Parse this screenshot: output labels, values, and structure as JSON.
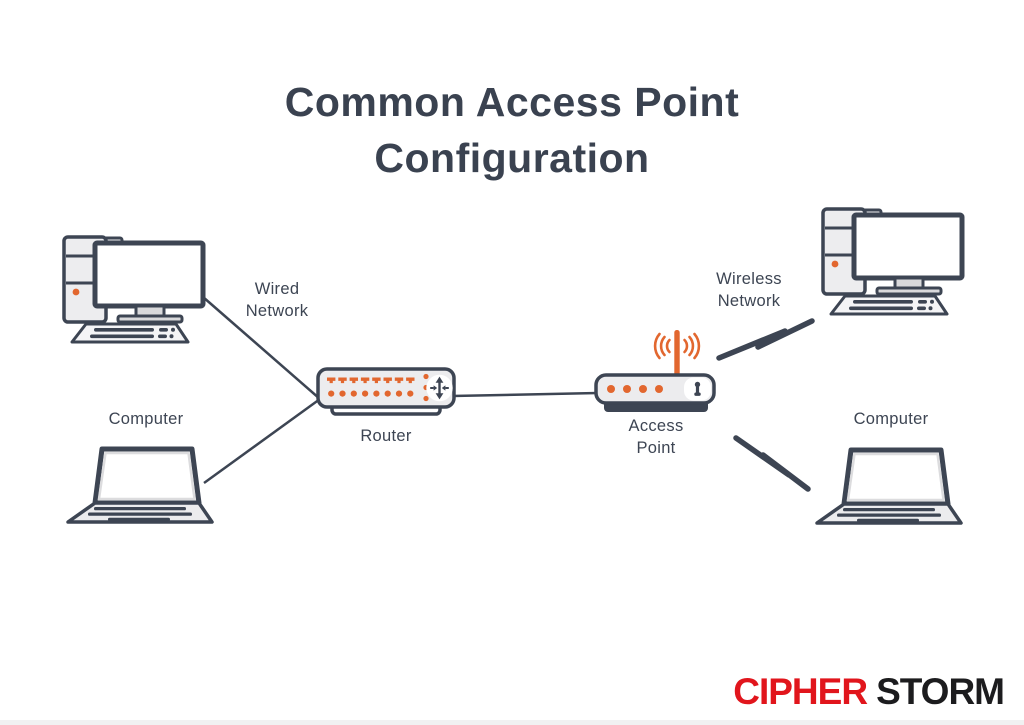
{
  "title": "Common Access Point\nConfiguration",
  "labels": {
    "wired_network": "Wired\nNetwork",
    "computer_left": "Computer",
    "router": "Router",
    "access_point": "Access\nPoint",
    "wireless_network": "Wireless\nNetwork",
    "computer_right": "Computer"
  },
  "diagram": {
    "nodes": [
      {
        "id": "desktop-computer-left",
        "type": "desktop-computer"
      },
      {
        "id": "laptop-computer-left",
        "type": "laptop-computer",
        "label": "Computer"
      },
      {
        "id": "router",
        "type": "router",
        "label": "Router"
      },
      {
        "id": "access-point",
        "type": "access-point",
        "label": "Access Point"
      },
      {
        "id": "desktop-computer-right",
        "type": "desktop-computer"
      },
      {
        "id": "laptop-computer-right",
        "type": "laptop-computer",
        "label": "Computer"
      }
    ],
    "connections": [
      {
        "from": "desktop-computer-left",
        "to": "router",
        "kind": "wired",
        "label": "Wired Network"
      },
      {
        "from": "laptop-computer-left",
        "to": "router",
        "kind": "wired"
      },
      {
        "from": "router",
        "to": "access-point",
        "kind": "wired"
      },
      {
        "from": "access-point",
        "to": "desktop-computer-right",
        "kind": "wireless",
        "label": "Wireless Network"
      },
      {
        "from": "access-point",
        "to": "laptop-computer-right",
        "kind": "wireless"
      }
    ]
  },
  "logo": {
    "part1": "CIPHER",
    "part2": "STORM"
  },
  "colors": {
    "ink": "#3d4553",
    "accent_orange": "#e2672f",
    "device_fill": "#ececee",
    "logo_red": "#e1151c",
    "logo_black": "#1c1c1e",
    "background": "#ffffff"
  },
  "icons": {
    "desktop": "desktop-computer-icon",
    "laptop": "laptop-computer-icon",
    "router": "router-icon",
    "access_point": "access-point-icon",
    "wireless_bolt": "wireless-bolt-icon",
    "antenna": "antenna-signal-icon",
    "throughput": "arrows-throughput-icon"
  }
}
